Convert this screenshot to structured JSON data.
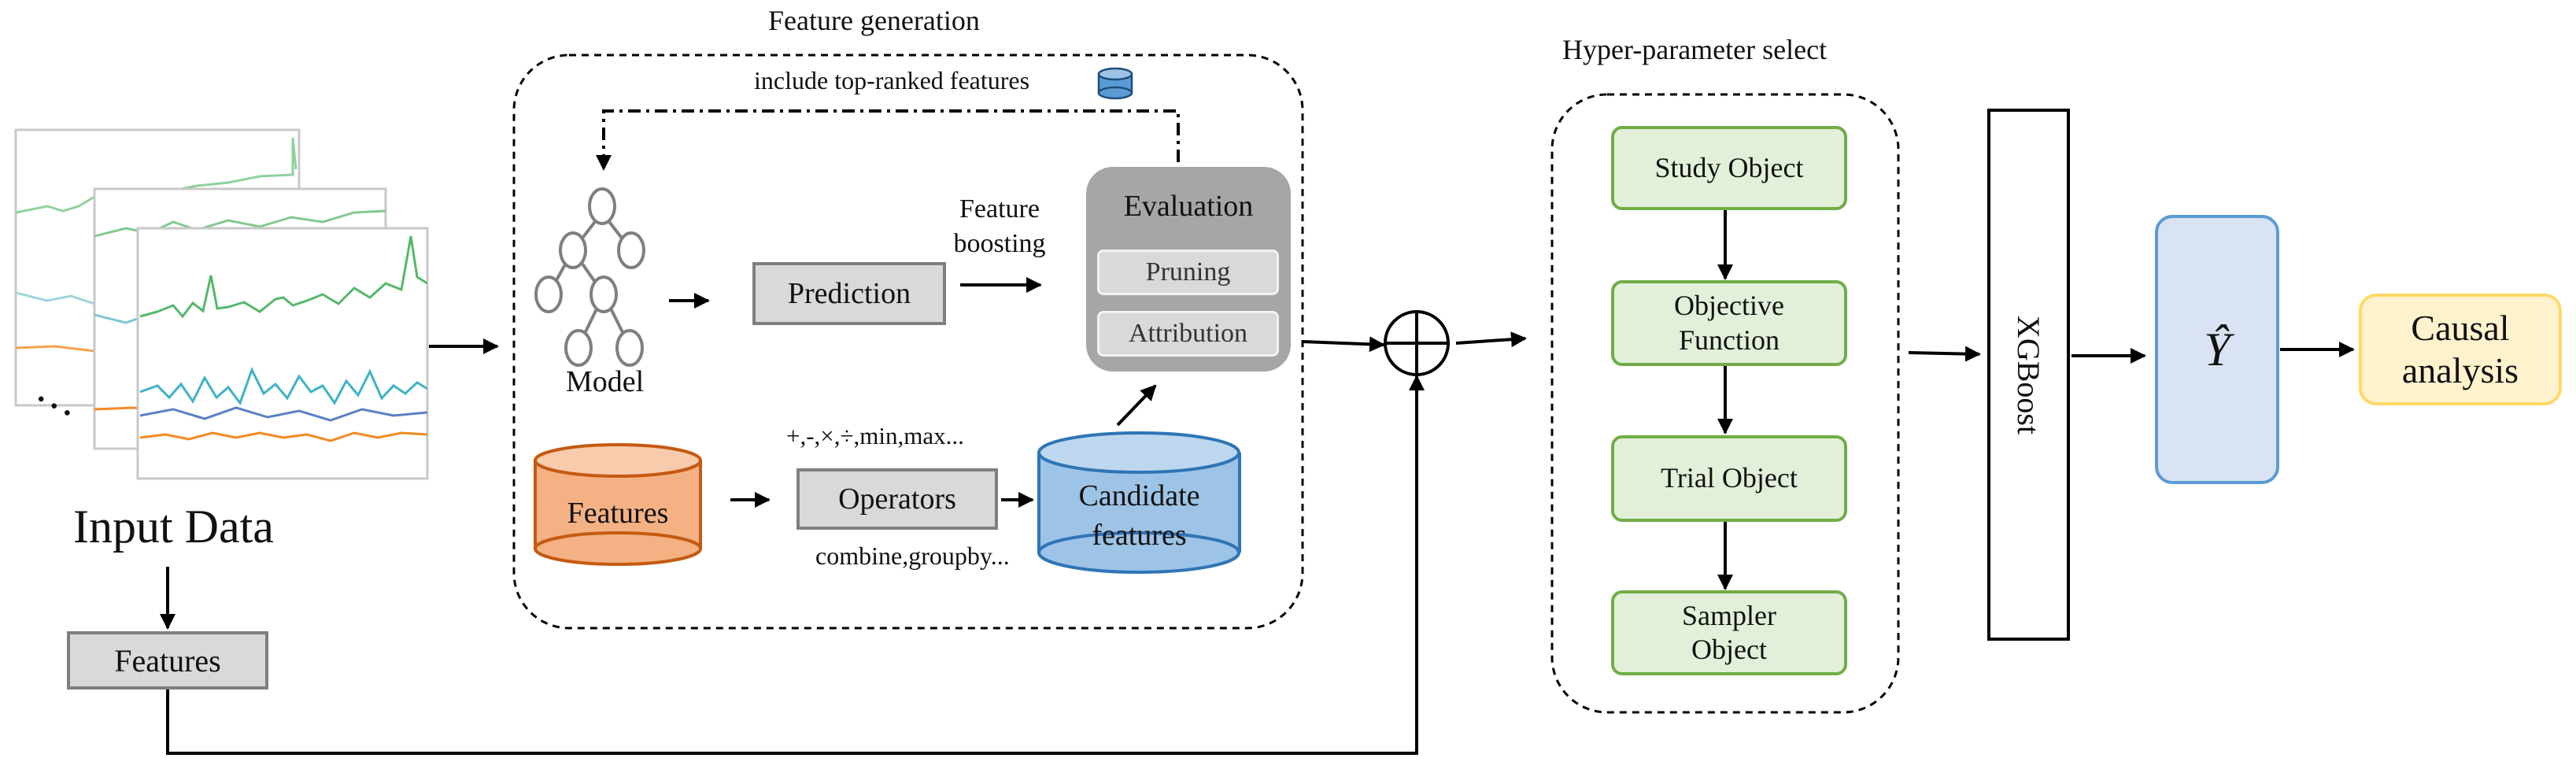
{
  "feature_generation": {
    "title": "Feature generation",
    "feedback_label": "include top-ranked features",
    "model_label": "Model",
    "prediction_label": "Prediction",
    "boosting_label": "Feature boosting",
    "evaluation": {
      "title": "Evaluation",
      "pruning": "Pruning",
      "attribution": "Attribution"
    },
    "features_label": "Features",
    "operators_label": "Operators",
    "operators_top": "+,-,×,÷,min,max...",
    "operators_bottom": "combine,groupby...",
    "candidate_label": "Candidate features"
  },
  "input": {
    "title": "Input Data",
    "ellipsis": "…",
    "features_label": "Features"
  },
  "hyperparam": {
    "title": "Hyper-parameter select",
    "steps": [
      "Study Object",
      "Objective Function",
      "Trial Object",
      "Sampler Object"
    ]
  },
  "xgboost_label": "XGBoost",
  "yhat_label": "Ŷ",
  "causal_label": "Causal analysis",
  "colors": {
    "features_fill": "#f4b183",
    "features_stroke": "#c55a11",
    "candidate_fill": "#9dc3e6",
    "candidate_stroke": "#2e75b6",
    "green_fill": "#e2f0d9",
    "green_stroke": "#70ad47",
    "yhat_fill": "#dae3f3",
    "yhat_stroke": "#5b9bd5",
    "causal_fill": "#fff2cc",
    "causal_stroke": "#ffd966",
    "gray_fill": "#d9d9d9",
    "gray_stroke": "#7f7f7f",
    "eval_fill": "#a6a6a6"
  }
}
